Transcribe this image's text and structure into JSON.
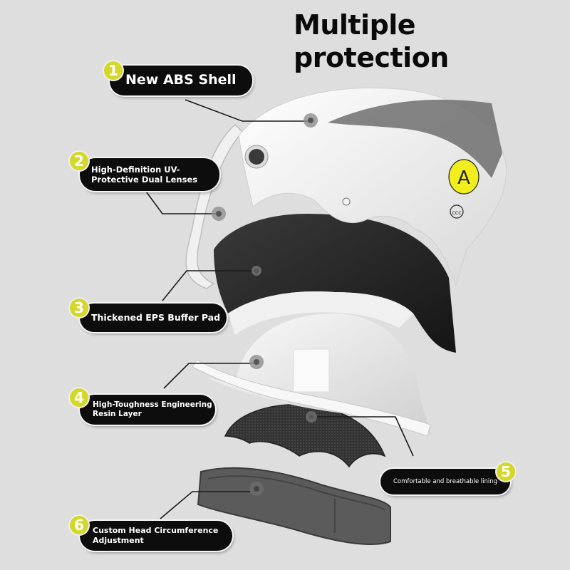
{
  "title": {
    "line1": "Multiple",
    "line2": "protection"
  },
  "callouts": [
    {
      "number": "1",
      "label": "New ABS Shell"
    },
    {
      "number": "2",
      "label_line1": "High-Definition UV-",
      "label_line2": "Protective Dual Lenses"
    },
    {
      "number": "3",
      "label": "Thickened EPS Buffer Pad"
    },
    {
      "number": "4",
      "label_line1": "High-Toughness Engineering",
      "label_line2": "Resin Layer"
    },
    {
      "number": "5",
      "label": "Comfortable and breathable lining"
    },
    {
      "number": "6",
      "label_line1": "Custom Head Circumference",
      "label_line2": "Adjustment"
    }
  ],
  "helmet": {
    "badge_letter": "A",
    "badge_color": "#f2ee1e",
    "ccc_mark": "CCC"
  },
  "colors": {
    "background": "#dedede",
    "callout_bg": "#0d0d0d",
    "badge": "#d4d82a",
    "shell": "#f5f5f5",
    "eps": "#2a2a2a",
    "resin": "#ececec",
    "lining": "#3a3a3a",
    "band": "#5a5a5a"
  }
}
